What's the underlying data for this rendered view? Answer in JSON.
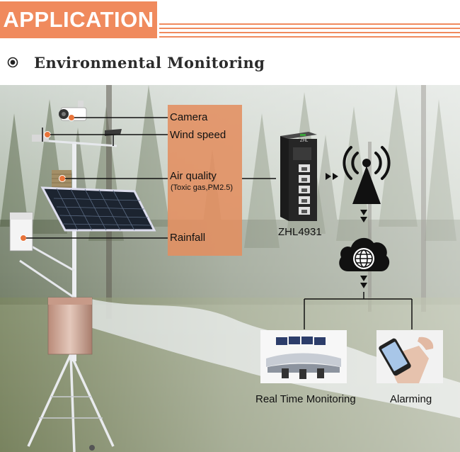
{
  "header": {
    "badge": "APPLICATION"
  },
  "section": {
    "title": "Environmental Monitoring"
  },
  "sensors": {
    "camera": "Camera",
    "wind_speed": "Wind speed",
    "air_quality": "Air quality",
    "air_quality_sub": "(Toxic gas,PM2.5)",
    "rainfall": "Rainfall"
  },
  "switch": {
    "model": "ZHL4931",
    "brand": "ZHL"
  },
  "outputs": {
    "monitoring": "Real Time Monitoring",
    "alarming": "Alarming"
  },
  "colors": {
    "accent": "#f08a5d",
    "panel": "#e28e60",
    "dot": "#e8743a"
  }
}
